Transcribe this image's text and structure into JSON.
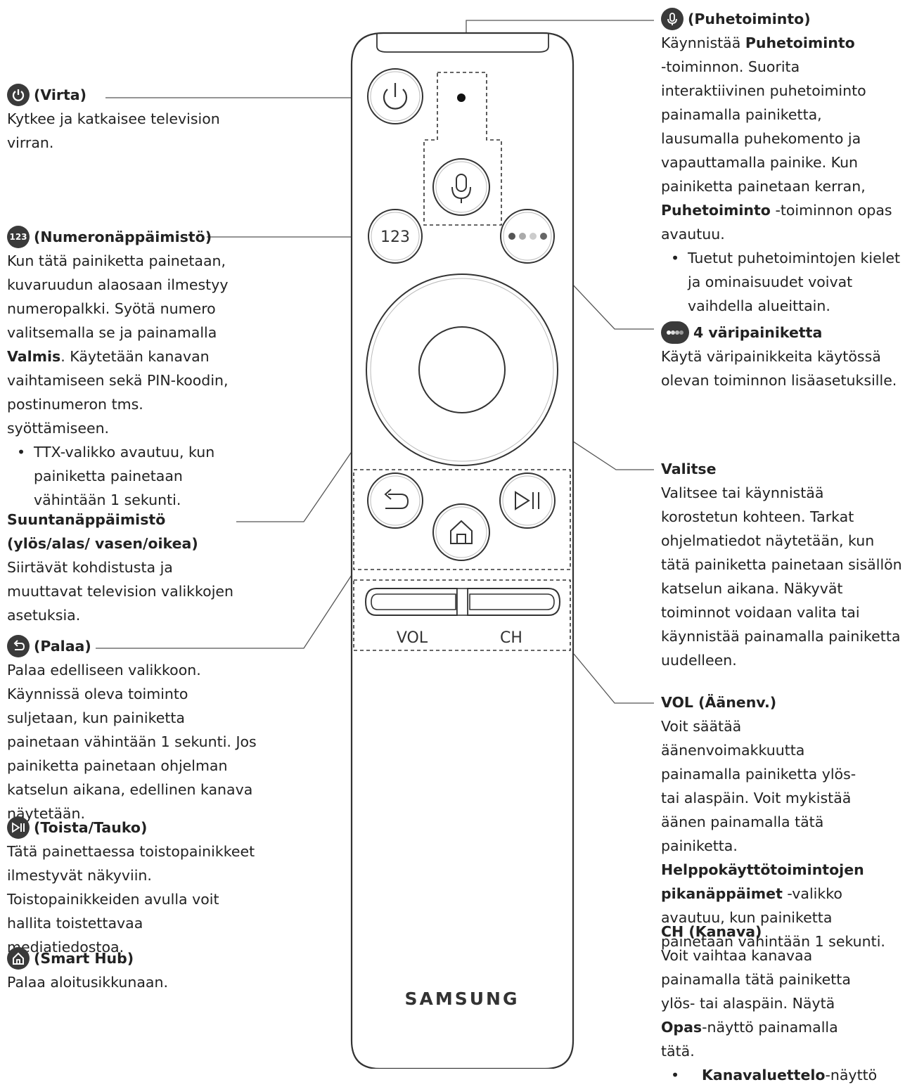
{
  "remote": {
    "btn_123": "123",
    "vol": "VOL",
    "ch": "CH",
    "brand": "SAMSUNG"
  },
  "virta": {
    "icon": "power-icon",
    "title": "(Virta)",
    "body": "Kytkee ja katkaisee television virran."
  },
  "numero": {
    "icon": "numeric-keypad-icon",
    "badge_text": "123",
    "title": "(Numeronäppäimistö)",
    "body_1": "Kun tätä painiketta painetaan, kuvaruudun alaosaan ilmestyy numeropalkki. Syötä numero valitsemalla se ja painamalla",
    "body_bold": "Valmis",
    "body_2": ". Käytetään kanavan vaihtamiseen sekä PIN-koodin, postinumeron tms. syöttämiseen.",
    "bullet": "TTX-valikko avautuu, kun painiketta painetaan vähintään 1 sekunti."
  },
  "suunta": {
    "title": "Suuntanäppäimistö (ylös/alas/ vasen/oikea)",
    "body": "Siirtävät kohdistusta ja muuttavat television valikkojen asetuksia."
  },
  "palaa": {
    "icon": "return-arrow-icon",
    "title": "(Palaa)",
    "body": "Palaa edelliseen valikkoon. Käynnissä oleva toiminto suljetaan, kun painiketta painetaan vähintään 1 sekunti. Jos painiketta painetaan ohjelman katselun aikana, edellinen kanava näytetään."
  },
  "toista": {
    "icon": "play-pause-icon",
    "title": "(Toista/Tauko)",
    "body": "Tätä painettaessa toistopainikkeet ilmestyvät näkyviin. Toistopainikkeiden avulla voit hallita toistettavaa mediatiedostoa."
  },
  "smarthub": {
    "icon": "home-icon",
    "title": "(Smart Hub)",
    "body": "Palaa aloitusikkunaan."
  },
  "puhe": {
    "icon": "microphone-icon",
    "title": "(Puhetoiminto)",
    "line1_pre": "Käynnistää",
    "line1_bold": "Puhetoiminto",
    "body_1": "-toiminnon. Suorita interaktiivinen puhetoiminto painamalla painiketta, lausumalla puhekomento ja vapauttamalla painike. Kun painiketta painetaan kerran,",
    "body_bold": "Puhetoiminto",
    "body_2": "-toiminnon opas avautuu.",
    "bullet": "Tuetut puhetoimintojen kielet ja ominaisuudet voivat vaihdella alueittain."
  },
  "vari": {
    "icon": "color-buttons-icon",
    "title": "4 väripainiketta",
    "body": "Käytä väripainikkeita käytössä olevan toiminnon lisäasetuksille."
  },
  "valitse": {
    "title": "Valitse",
    "body": "Valitsee tai käynnistää korostetun kohteen. Tarkat ohjelmatiedot näytetään, kun tätä painiketta painetaan sisällön katselun aikana. Näkyvät toiminnot voidaan valita tai käynnistää painamalla painiketta uudelleen."
  },
  "vol": {
    "title": "VOL (Äänenv.)",
    "body": "Voit säätää äänenvoimakkuutta painamalla painiketta ylös- tai alaspäin. Voit mykistää äänen painamalla tätä painiketta.",
    "bold": "Helppokäyttötoimintojen pikanäppäimet",
    "body_2": "-valikko avautuu, kun painiketta painetaan vähintään 1 sekunti."
  },
  "ch": {
    "title": "CH (Kanava)",
    "body_1": "Voit vaihtaa kanavaa painamalla tätä painiketta ylös- tai alaspäin. Näytä",
    "body_bold": "Opas",
    "body_2": "-näyttö painamalla tätä.",
    "bullet_bold": "Kanavaluettelo",
    "bullet": "-näyttö"
  }
}
